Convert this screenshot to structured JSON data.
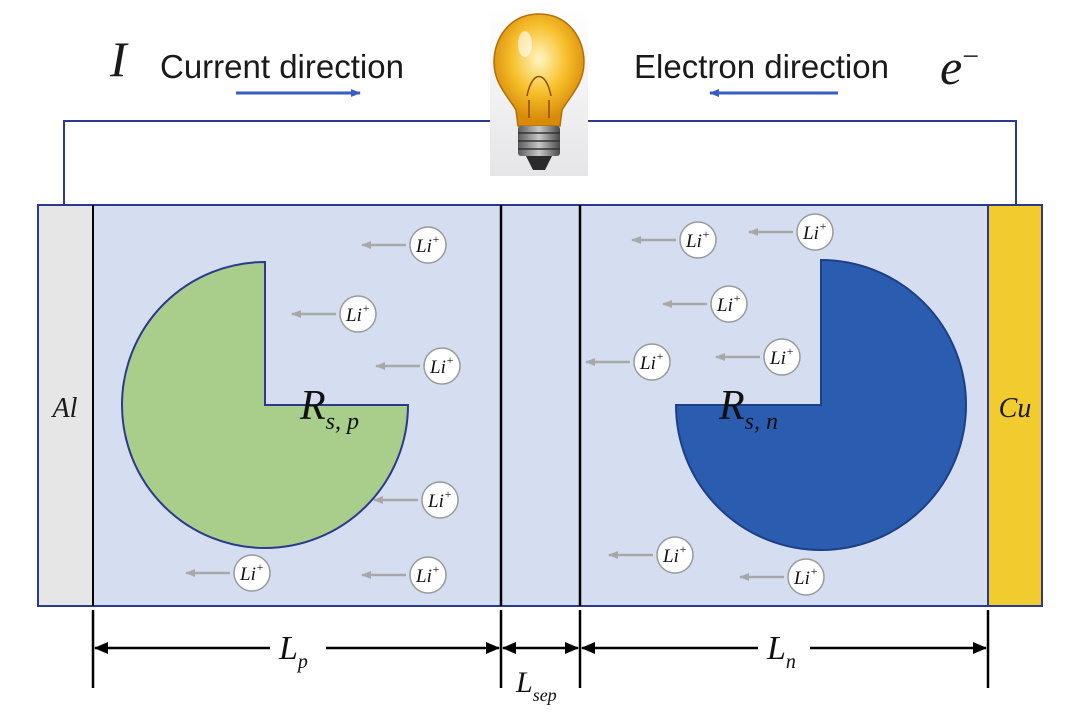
{
  "header": {
    "current_symbol": "I",
    "current_label": "Current direction",
    "electron_label": "Electron direction",
    "electron_symbol": "e",
    "electron_charge": "−"
  },
  "collectors": {
    "positive": "Al",
    "negative": "Cu"
  },
  "particles": {
    "positive": {
      "symbol": "R",
      "subscript": "s, p"
    },
    "negative": {
      "symbol": "R",
      "subscript": "s, n"
    }
  },
  "ions": {
    "label": "Li",
    "charge": "+"
  },
  "dimensions": {
    "positive_length": {
      "symbol": "L",
      "subscript": "p"
    },
    "separator_length": {
      "symbol": "L",
      "subscript": "sep"
    },
    "negative_length": {
      "symbol": "L",
      "subscript": "n"
    }
  },
  "colors": {
    "electrolyte": "#d4def0",
    "border": "#2b3a8c",
    "aluminum": "#e6e6e6",
    "copper": "#f2cc2e",
    "cathode_particle": "#a9cd8a",
    "anode_particle": "#2a5db0",
    "flow_arrow": "#3a5bc7",
    "ion_arrow": "#a8a8a8"
  }
}
